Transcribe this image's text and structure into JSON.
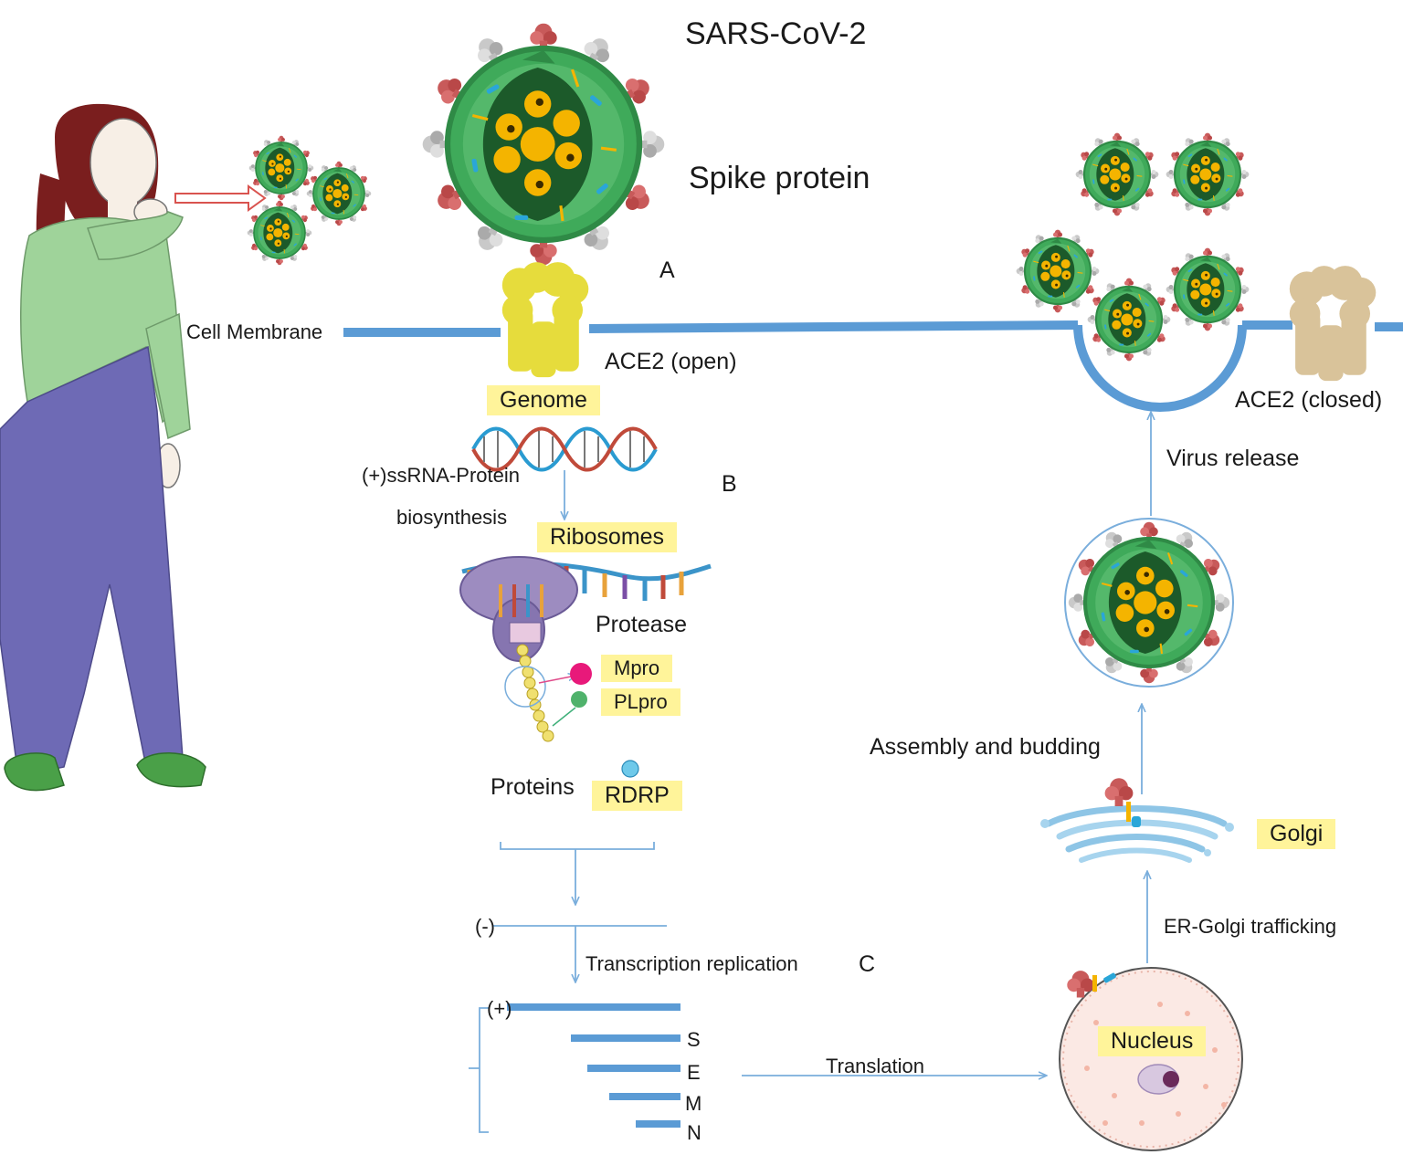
{
  "labels": {
    "virus_name": "SARS-CoV-2",
    "spike_protein": "Spike protein",
    "panel_a": "A",
    "panel_b": "B",
    "panel_c": "C",
    "cell_membrane": "Cell Membrane",
    "ace2_open": "ACE2 (open)",
    "ace2_closed": "ACE2 (closed)",
    "genome": "Genome",
    "ssrna_protein": "(+)ssRNA-Protein",
    "biosynthesis": "biosynthesis",
    "ribosomes": "Ribosomes",
    "protease": "Protease",
    "mpro": "Mpro",
    "plpro": "PLpro",
    "proteins": "Proteins",
    "rdrp": "RDRP",
    "minus_strand": "(-)",
    "transcription_replication": "Transcription replication",
    "plus_strand": "(+)",
    "sgrna": [
      "S",
      "E",
      "M",
      "N"
    ],
    "translation": "Translation",
    "nucleus": "Nucleus",
    "er_golgi": "ER-Golgi trafficking",
    "golgi": "Golgi",
    "assembly_budding": "Assembly and budding",
    "virus_release": "Virus release"
  },
  "colors": {
    "membrane": "#5b9bd5",
    "arrow": "#7aaedc",
    "virion_shell": "#3faa5a",
    "virion_inner": "#1c5a2a",
    "nucleocapsid": "#f4b400",
    "spike_red": "#c85a5a",
    "spike_gray": "#bdbdbd",
    "ace2_open": "#e6dc3c",
    "ace2_closed": "#d9c39a",
    "highlight": "#fff49a",
    "shirt": "#9fd39a",
    "pants": "#6e6ab5",
    "hair": "#7a1e1e"
  },
  "icons": [
    "person-coughing-icon",
    "virion-icon",
    "ace2-receptor-icon",
    "rna-helix-icon",
    "ribosome-icon",
    "golgi-icon",
    "nucleus-icon"
  ]
}
